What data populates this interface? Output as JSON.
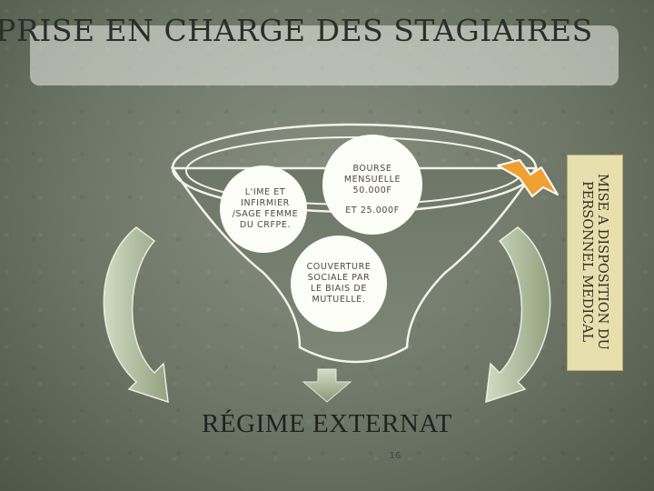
{
  "title": "PRISE EN CHARGE DES STAGIAIRES",
  "circles": {
    "bourse_line1": "BOURSE",
    "bourse_line2": "MENSUELLE",
    "bourse_line3": "50.000F",
    "bourse_line4": "ET 25.000F",
    "ime_line1": "L'IME ET",
    "ime_line2": "INFIRMIER",
    "ime_line3": "/SAGE FEMME",
    "ime_line4": "DU CRFPE.",
    "couverture_line1": "COUVERTURE",
    "couverture_line2": "SOCIALE PAR",
    "couverture_line3": "LE BIAIS DE",
    "couverture_line4": "MUTUELLE."
  },
  "side_box": {
    "line1": "MISE  A DISPOSITION DU",
    "line2": "PERSONNEL MEDICAL"
  },
  "bottom_label": "RÉGIME EXTERNAT",
  "page_number": "16",
  "colors": {
    "background": "#6d7566",
    "circle_fill": "#fdfdf7",
    "arrow_fill": "#b9c7a5",
    "side_box_fill": "#e8dfae",
    "lightning": "#f0a030"
  }
}
